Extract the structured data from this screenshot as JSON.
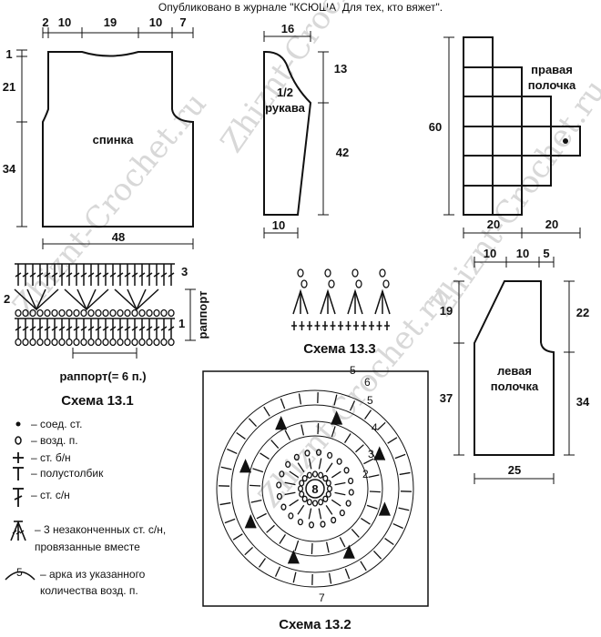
{
  "header": {
    "text": "Опубликовано в журнале \"КСЮША. Для тех, кто вяжет\"."
  },
  "watermark": {
    "text": "Zhiznt-Crochet.ru"
  },
  "back": {
    "label": "спинка",
    "dims_top": [
      "2",
      "10",
      "19",
      "10",
      "7"
    ],
    "dims_left": [
      "1",
      "21",
      "34"
    ],
    "dim_bottom": "48"
  },
  "sleeve": {
    "label_line1": "1/2",
    "label_line2": "рукава",
    "dim_top": "16",
    "dims_right": [
      "13",
      "42"
    ],
    "dim_bottom": "10"
  },
  "right_front": {
    "label_line1": "правая",
    "label_line2": "полочка",
    "dim_left": "60",
    "dims_bottom": [
      "20",
      "20"
    ]
  },
  "left_front": {
    "label_line1": "левая",
    "label_line2": "полочка",
    "dims_top": [
      "10",
      "10",
      "5"
    ],
    "dims_left": [
      "19",
      "37"
    ],
    "dims_right": [
      "22",
      "34"
    ],
    "dim_bottom": "25"
  },
  "scheme_13_1": {
    "caption": "Схема 13.1",
    "row_numbers": [
      "3",
      "2",
      "1"
    ],
    "rapport_vertical": "раппорт",
    "rapport_horizontal": "раппорт(= 6 п.)"
  },
  "scheme_13_2": {
    "caption": "Схема 13.2",
    "center_label": "8",
    "round_labels": [
      "5",
      "2",
      "3",
      "4",
      "5",
      "6",
      "7"
    ]
  },
  "scheme_13_3": {
    "caption": "Схема 13.3"
  },
  "legend": {
    "items": [
      {
        "icon": "slip-stitch-icon",
        "text": "– соед. ст."
      },
      {
        "icon": "chain-stitch-icon",
        "text": "– возд. п."
      },
      {
        "icon": "single-crochet-icon",
        "text": "– ст. б/н"
      },
      {
        "icon": "half-double-crochet-icon",
        "text": "– полустолбик"
      },
      {
        "icon": "double-crochet-icon",
        "text": "– ст. с/н"
      }
    ],
    "cluster_line1": "– 3 незаконченных ст. с/н,",
    "cluster_line2": "провязанные вместе",
    "arc_num": "5",
    "arc_line1": "– арка из указанного",
    "arc_line2": "количества возд. п."
  }
}
